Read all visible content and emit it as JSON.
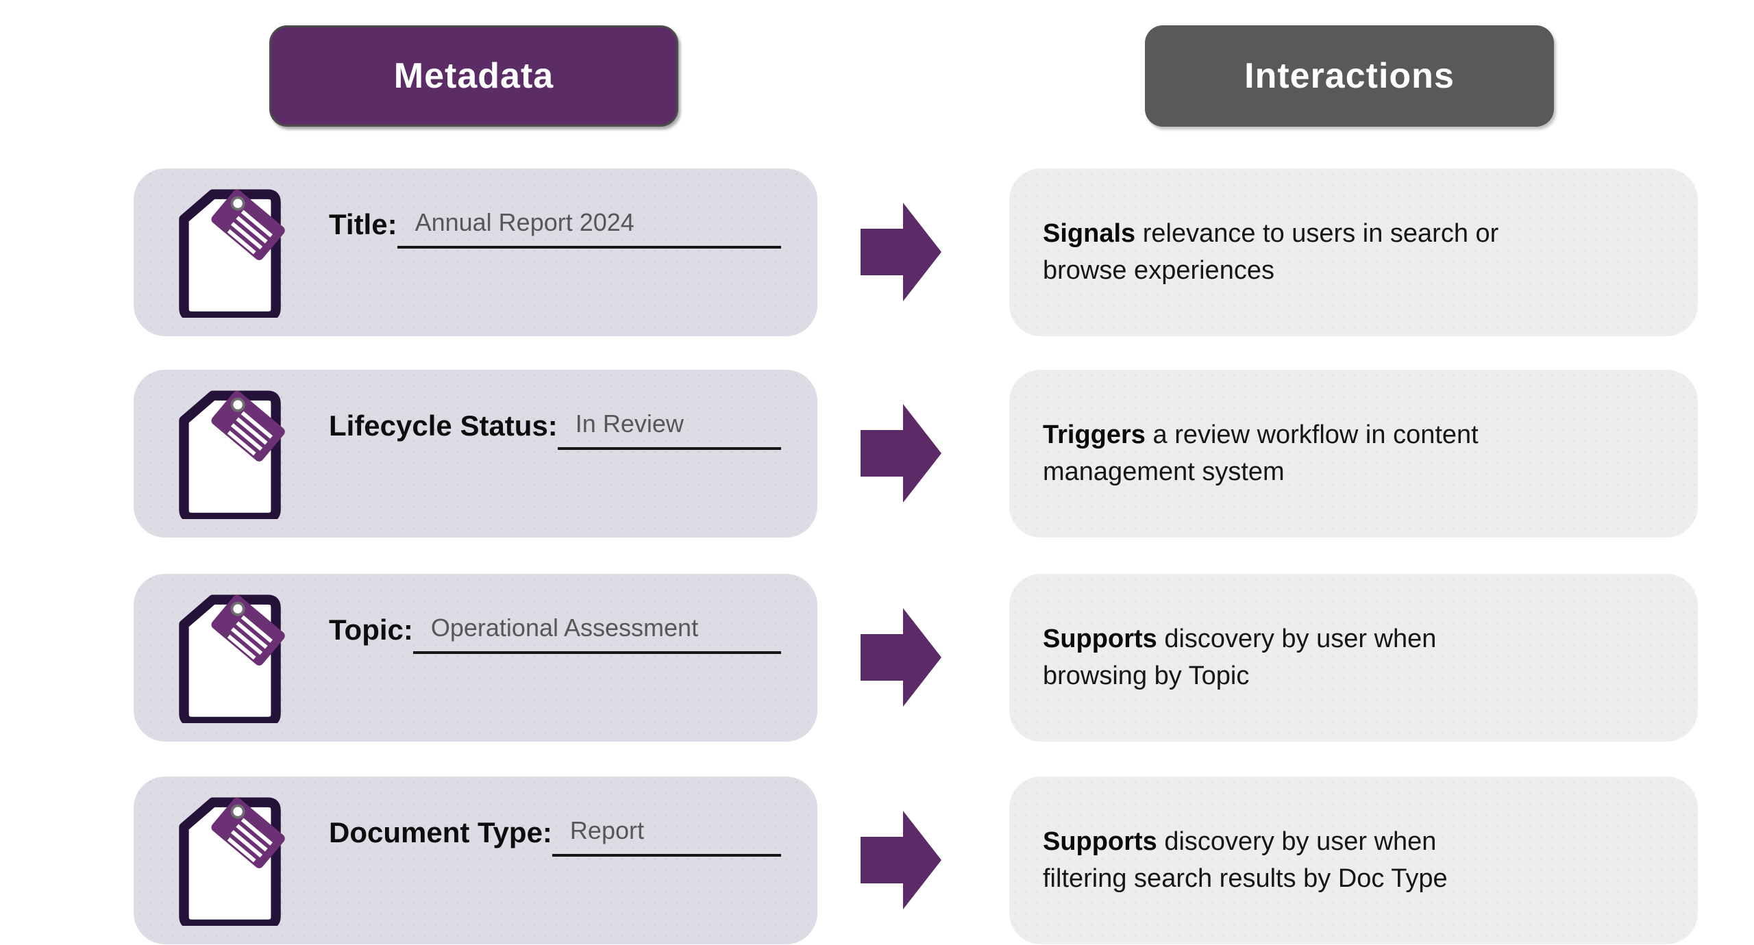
{
  "headers": {
    "metadata": {
      "label": "Metadata",
      "bg": "#5B2C65"
    },
    "interactions": {
      "label": "Interactions",
      "bg": "#595959"
    }
  },
  "rows": [
    {
      "field": {
        "label": "Title:",
        "value": "Annual Report 2024"
      },
      "interaction": {
        "bold": "Signals",
        "line1_rest": " relevance to users in search or",
        "line2": "browse experiences"
      }
    },
    {
      "field": {
        "label": "Lifecycle Status:",
        "value": "In Review"
      },
      "interaction": {
        "bold": "Triggers",
        "line1_rest": " a review workflow in content",
        "line2": "management system"
      }
    },
    {
      "field": {
        "label": "Topic:",
        "value": "Operational Assessment"
      },
      "interaction": {
        "bold": "Supports",
        "line1_rest": " discovery by user when",
        "line2": "browsing by Topic"
      }
    },
    {
      "field": {
        "label": "Document Type:",
        "value": "Report"
      },
      "interaction": {
        "bold": "Supports",
        "line1_rest": " discovery by user when",
        "line2": "filtering search results by Doc Type"
      }
    }
  ],
  "icons": {
    "left_card_icon": "document-with-tag-icon",
    "connector": "right-arrow-icon"
  },
  "colors": {
    "metadata_pill": "#5B2C65",
    "interactions_pill": "#595959",
    "left_card_bg": "#DDDBE3",
    "right_card_bg": "#EEEDEE",
    "arrow_purple": "#5C2A66",
    "tag_purple": "#6B3174",
    "doc_outline": "#251238",
    "value_text": "#575757",
    "underline": "#161616"
  }
}
